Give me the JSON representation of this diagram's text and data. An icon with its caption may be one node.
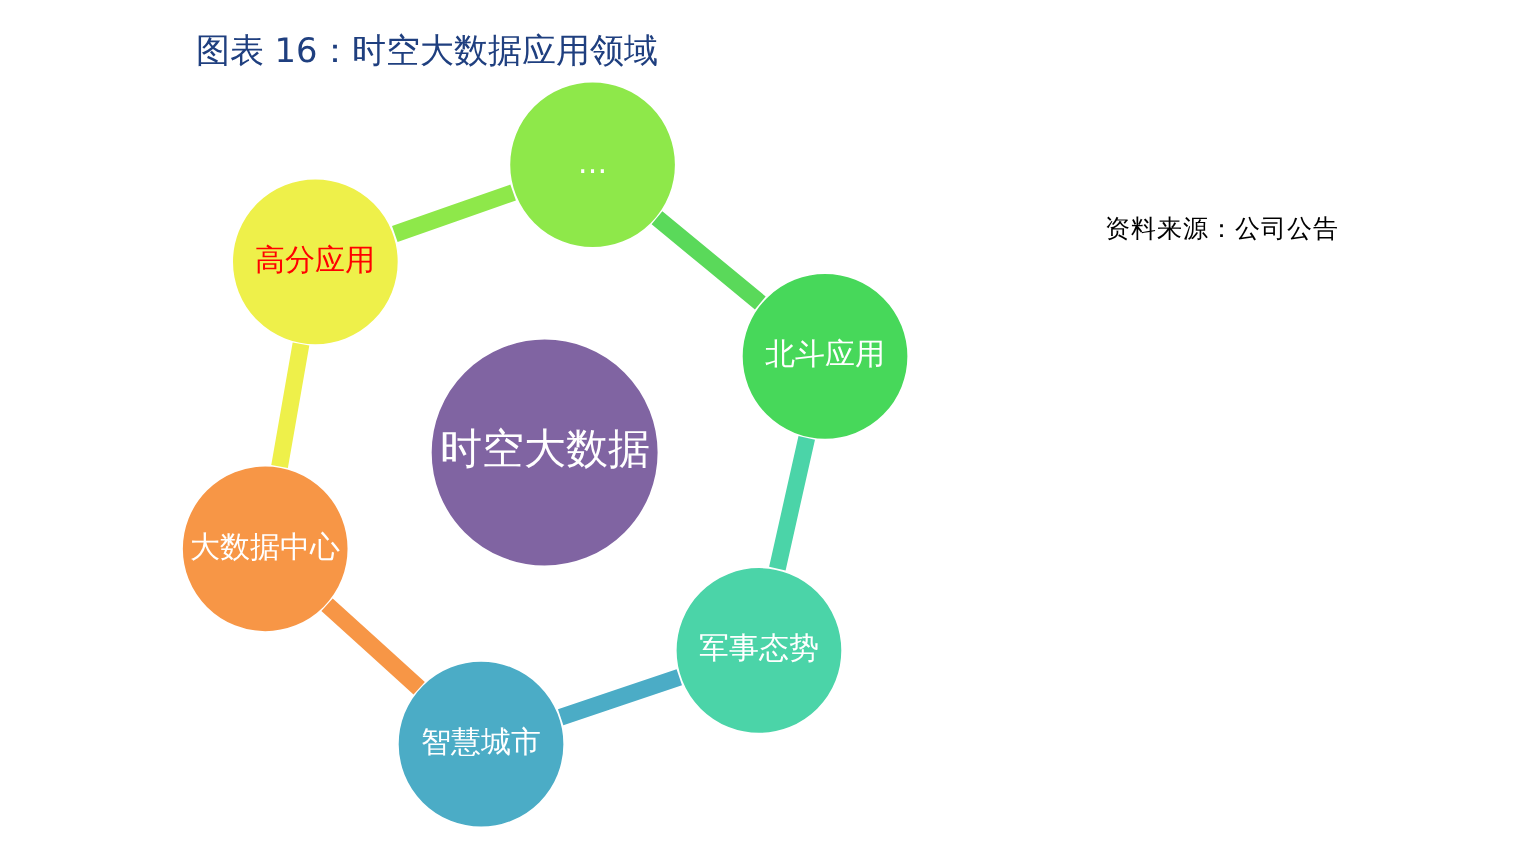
{
  "diagram": {
    "title": "图表 16：时空大数据应用领域",
    "caption": "资料来源：公司公告",
    "nodes": [
      {
        "text": [
          "时空大数据"
        ]
      },
      {
        "text": [
          "智慧城市"
        ]
      },
      {
        "text": [
          "军事态势"
        ]
      },
      {
        "text": [
          "北斗应用"
        ]
      },
      {
        "text": [
          "…"
        ]
      },
      {
        "text": [
          "高分应用"
        ]
      },
      {
        "text": [
          "大数据中心"
        ]
      }
    ],
    "edges": [
      {
        "from": 1,
        "to": 2,
        "arrow": "none",
        "color": "#4bacc6"
      },
      {
        "from": 2,
        "to": 3,
        "arrow": "none",
        "color": "#4bd4a8"
      },
      {
        "from": 3,
        "to": 4,
        "arrow": "none",
        "color": "#5ad95a"
      },
      {
        "from": 4,
        "to": 5,
        "arrow": "none",
        "color": "#8ee84a"
      },
      {
        "from": 5,
        "to": 6,
        "arrow": "none",
        "color": "#eef04a"
      },
      {
        "from": 6,
        "to": 1,
        "arrow": "none",
        "color": "#f79646"
      }
    ]
  }
}
